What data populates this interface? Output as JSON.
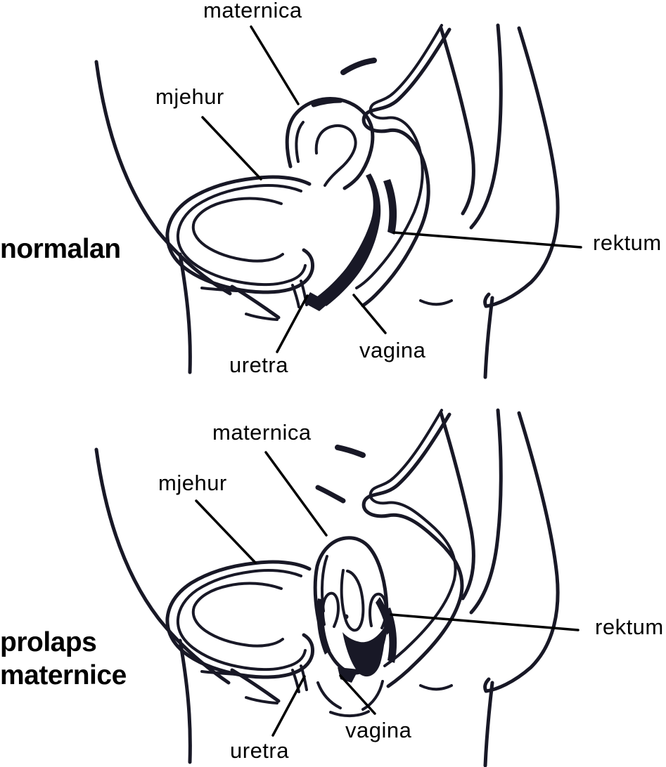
{
  "page": {
    "background_color": "#ffffff",
    "ink_color": "#181826",
    "label_color": "#000000",
    "description_language": "Croatian"
  },
  "diagrams": [
    {
      "id": "normal-pelvis",
      "title_lines": [
        "normalan"
      ],
      "labels": {
        "uterus": "maternica",
        "bladder": "mjehur",
        "urethra": "uretra",
        "vagina": "vagina",
        "rectum": "rektum"
      }
    },
    {
      "id": "uterine-prolapse",
      "title_lines": [
        "prolaps",
        "maternice"
      ],
      "labels": {
        "uterus": "maternica",
        "bladder": "mjehur",
        "urethra": "uretra",
        "vagina": "vagina",
        "rectum": "rektum"
      }
    }
  ]
}
